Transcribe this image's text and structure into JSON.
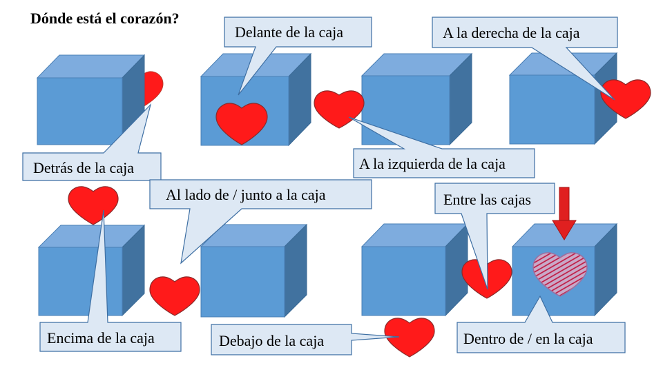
{
  "title": "Dónde está el corazón?",
  "labels": {
    "delante": "Delante de la caja",
    "derecha": "A la derecha de la caja",
    "detras": "Detrás de la caja",
    "izquierda": "A la izquierda de la caja",
    "al_lado": "Al lado de / junto a la caja",
    "entre": "Entre las cajas",
    "encima": "Encima de la caja",
    "debajo": "Debajo de la caja",
    "dentro": "Dentro de / en la caja"
  },
  "colors": {
    "box_front": "#5b9bd5",
    "box_top": "#7eacde",
    "box_side": "#41729f",
    "heart": "#ff1a1a",
    "callout_fill": "#dde8f4",
    "callout_stroke": "#3e6fa3",
    "arrow": "#e02020"
  }
}
